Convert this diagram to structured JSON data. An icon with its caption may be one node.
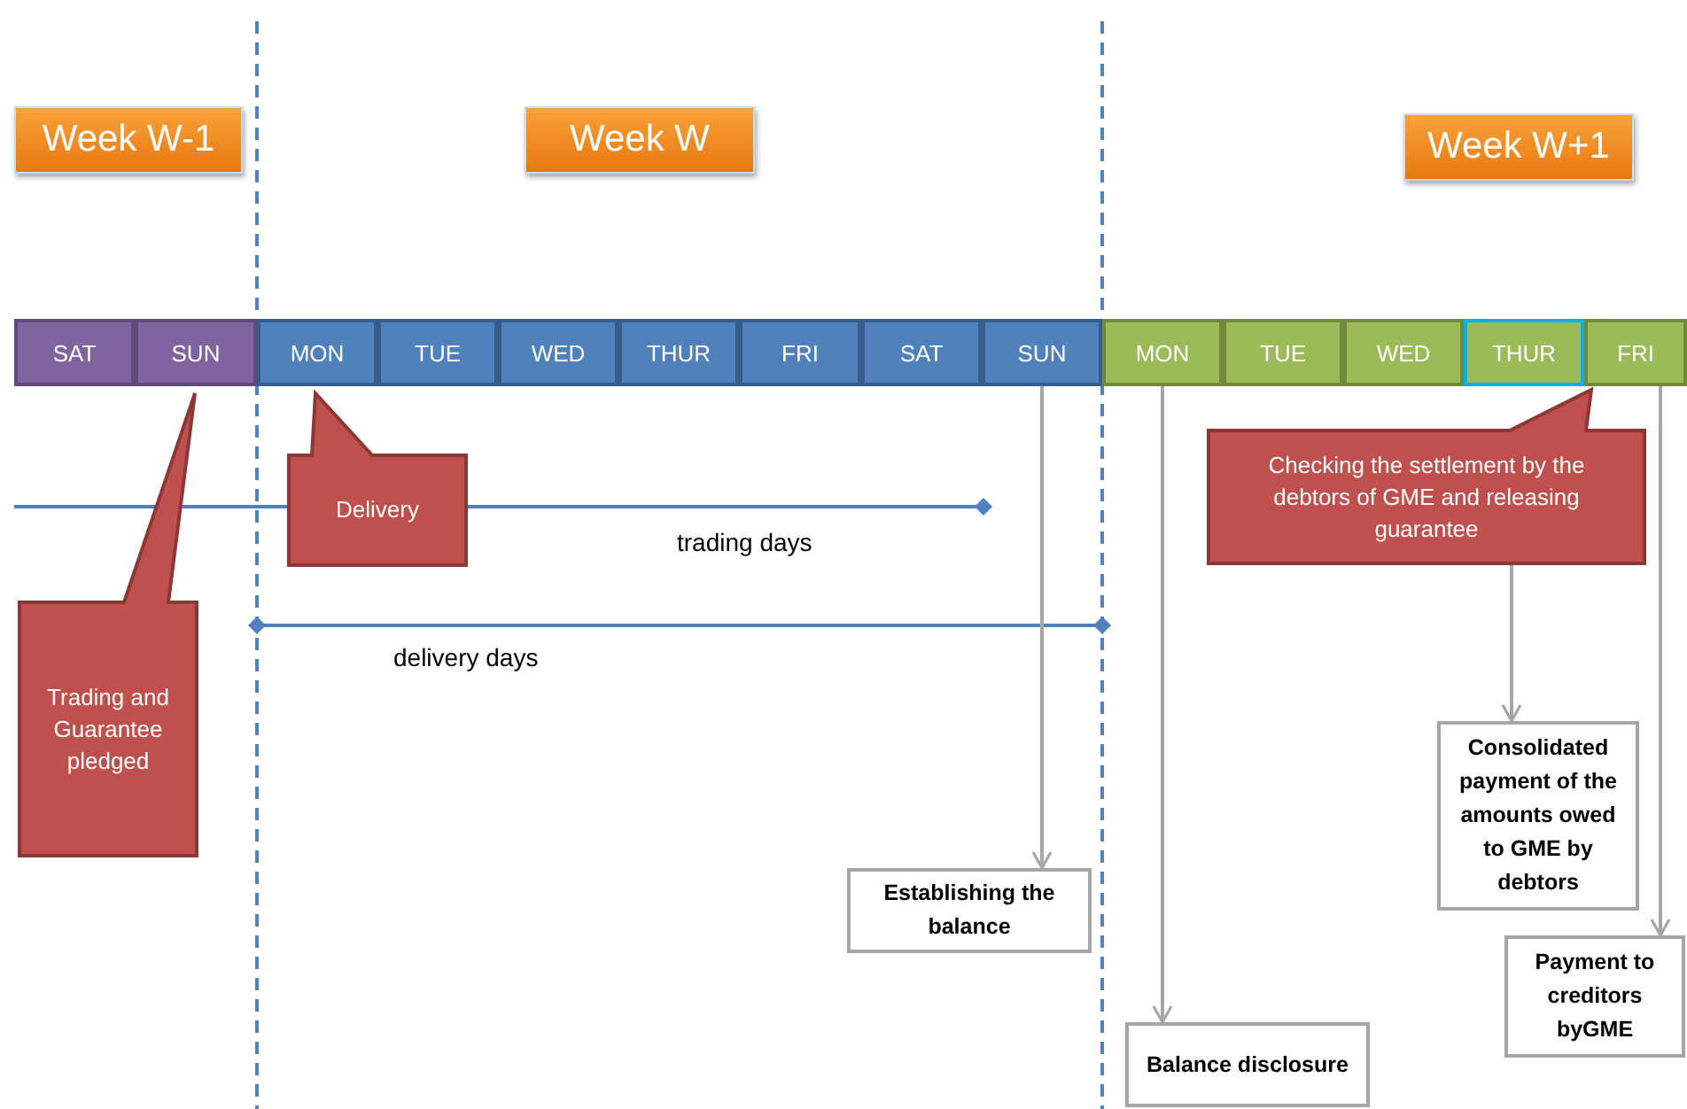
{
  "diagram": {
    "nodes": [
      {
        "text": [
          "Week W-1"
        ]
      },
      {
        "text": [
          "Week W"
        ]
      },
      {
        "text": [
          "Week W+1"
        ]
      },
      {
        "text": [
          "SAT"
        ]
      },
      {
        "text": [
          "SUN"
        ]
      },
      {
        "text": [
          "MON"
        ]
      },
      {
        "text": [
          "TUE"
        ]
      },
      {
        "text": [
          "WED"
        ]
      },
      {
        "text": [
          "THUR"
        ]
      },
      {
        "text": [
          "FRI"
        ]
      },
      {
        "text": [
          "SAT"
        ]
      },
      {
        "text": [
          "SUN"
        ]
      },
      {
        "text": [
          "MON"
        ]
      },
      {
        "text": [
          "TUE"
        ]
      },
      {
        "text": [
          "WED"
        ]
      },
      {
        "text": [
          "THUR"
        ]
      },
      {
        "text": [
          "FRI"
        ]
      },
      {
        "text": [
          "Delivery"
        ]
      },
      {
        "text": [
          "Checking the settlement by the debtors of GME and releasing guarantee"
        ]
      },
      {
        "text": [
          "Trading and Guarantee pledged"
        ]
      },
      {
        "text": [
          "Consolidated payment of the amounts owed to GME by debtors"
        ]
      },
      {
        "text": [
          "Establishing the balance"
        ]
      },
      {
        "text": [
          "Payment to creditors byGME"
        ]
      },
      {
        "text": [
          "Balance disclosure"
        ]
      }
    ],
    "edges": [
      {
        "from": 11,
        "to": 21,
        "arrow": "to"
      },
      {
        "from": 12,
        "to": 23,
        "arrow": "to"
      },
      {
        "from": 18,
        "to": 20,
        "arrow": "to"
      },
      {
        "from": 16,
        "to": 22,
        "arrow": "to"
      }
    ],
    "labels": [
      "trading days",
      "delivery days"
    ]
  }
}
